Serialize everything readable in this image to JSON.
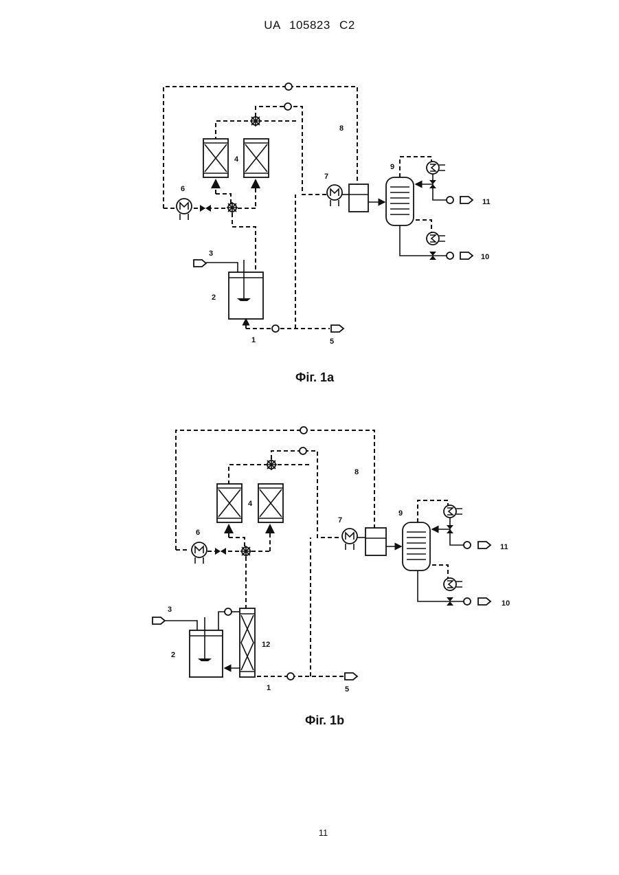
{
  "header": {
    "doc_id": "UA   105823   C2"
  },
  "figures": [
    {
      "caption": "Фіг. 1а",
      "labels": {
        "l1": "1",
        "l2": "2",
        "l3": "3",
        "l4": "4",
        "l5": "5",
        "l6": "6",
        "l7": "7",
        "l8": "8",
        "l9": "9",
        "l10": "10",
        "l11": "11"
      }
    },
    {
      "caption": "Фіг. 1b",
      "labels": {
        "l1": "1",
        "l2": "2",
        "l3": "3",
        "l4": "4",
        "l5": "5",
        "l6": "6",
        "l7": "7",
        "l8": "8",
        "l9": "9",
        "l10": "10",
        "l11": "11",
        "l12": "12"
      }
    }
  ],
  "footer": {
    "page_number": "11"
  }
}
